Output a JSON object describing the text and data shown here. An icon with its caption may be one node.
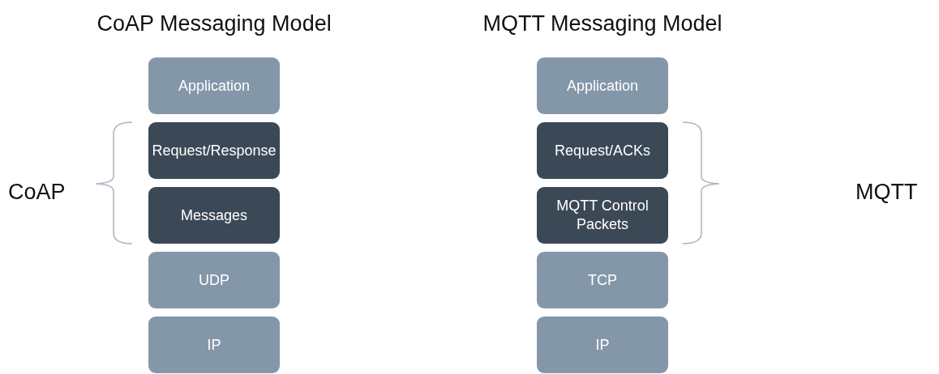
{
  "diagram": {
    "nodes": [
      {
        "text": [
          "Application"
        ]
      },
      {
        "text": [
          "Request/Response"
        ]
      },
      {
        "text": [
          "Messages"
        ]
      },
      {
        "text": [
          "UDP"
        ]
      },
      {
        "text": [
          "IP"
        ]
      },
      {
        "text": [
          "Application"
        ]
      },
      {
        "text": [
          "Request/ACKs"
        ]
      },
      {
        "text": [
          "MQTT Control Packets"
        ]
      },
      {
        "text": [
          "TCP"
        ]
      },
      {
        "text": [
          "IP"
        ]
      }
    ],
    "edges": [],
    "labels": [
      "CoAP Messaging Model",
      "MQTT Messaging Model",
      "CoAP",
      "MQTT"
    ]
  }
}
